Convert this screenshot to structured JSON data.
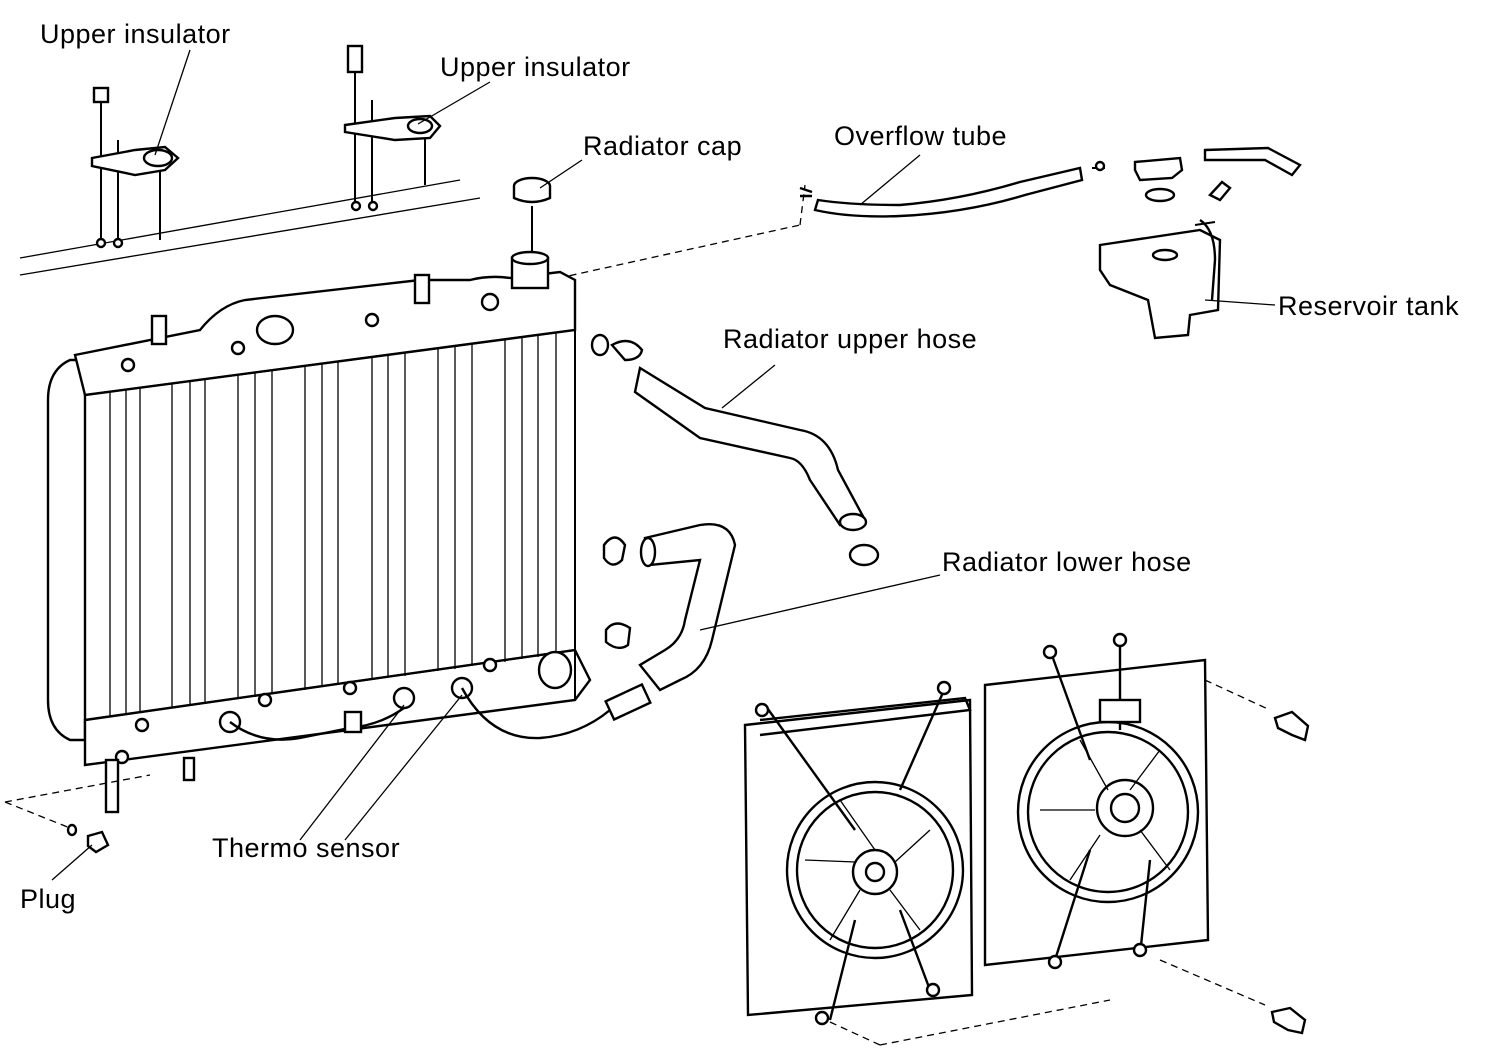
{
  "labels": {
    "upper_insulator_left": "Upper insulator",
    "upper_insulator_right": "Upper insulator",
    "radiator_cap": "Radiator cap",
    "overflow_tube": "Overflow tube",
    "reservoir_tank": "Reservoir tank",
    "radiator_upper_hose": "Radiator upper hose",
    "radiator_lower_hose": "Radiator lower hose",
    "thermo_sensor": "Thermo sensor",
    "plug": "Plug"
  }
}
